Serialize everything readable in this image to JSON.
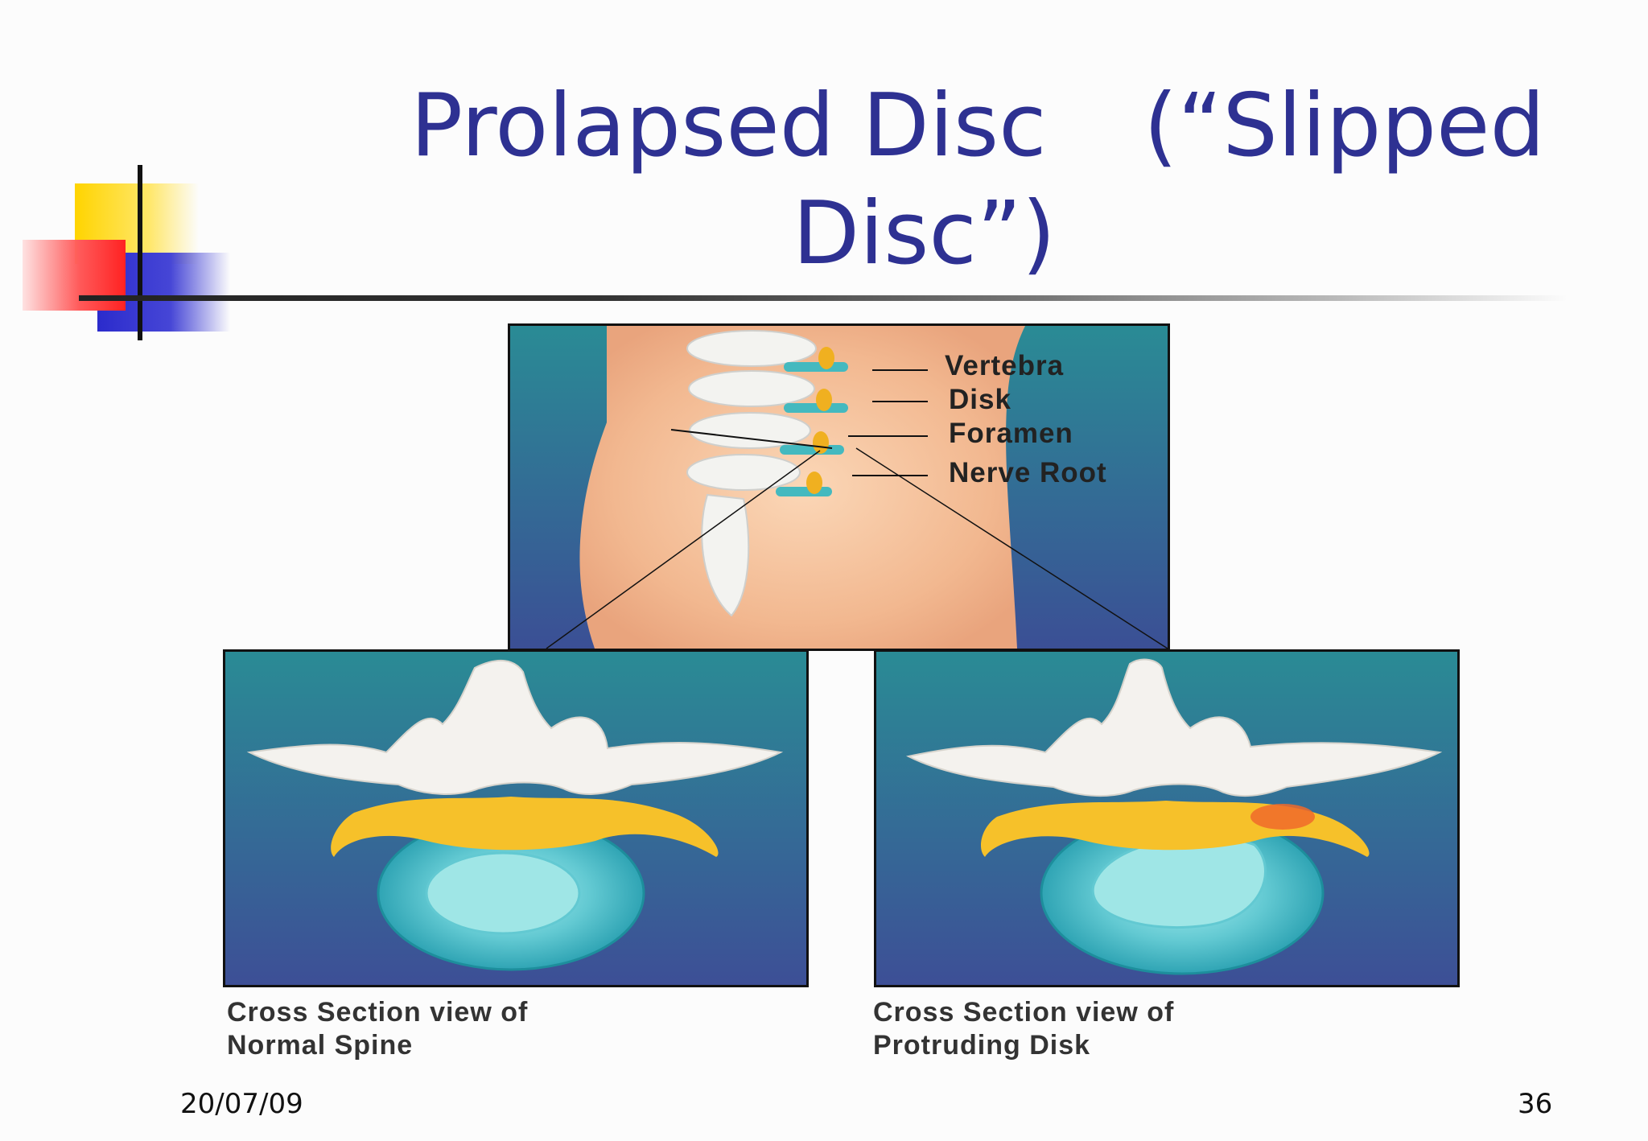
{
  "slide": {
    "title_line1_left": "Prolapsed Disc",
    "title_line1_right": "(“Slipped",
    "title_line2": "Disc”)",
    "date": "20/07/09",
    "page_number": "36"
  },
  "figure": {
    "labels": [
      "Vertebra",
      "Disk",
      "Foramen",
      "Nerve Root"
    ],
    "captions": {
      "left": [
        "Cross Section view of",
        "Normal Spine"
      ],
      "right": [
        "Cross Section view of",
        "Protruding Disk"
      ]
    }
  },
  "colors": {
    "title": "#2e3192",
    "deco_yellow": "#ffd400",
    "deco_red": "#ff2b2b",
    "deco_blue": "#2b2bcc",
    "panel_teal": "#2a8b95",
    "panel_blue": "#3a5f98"
  }
}
